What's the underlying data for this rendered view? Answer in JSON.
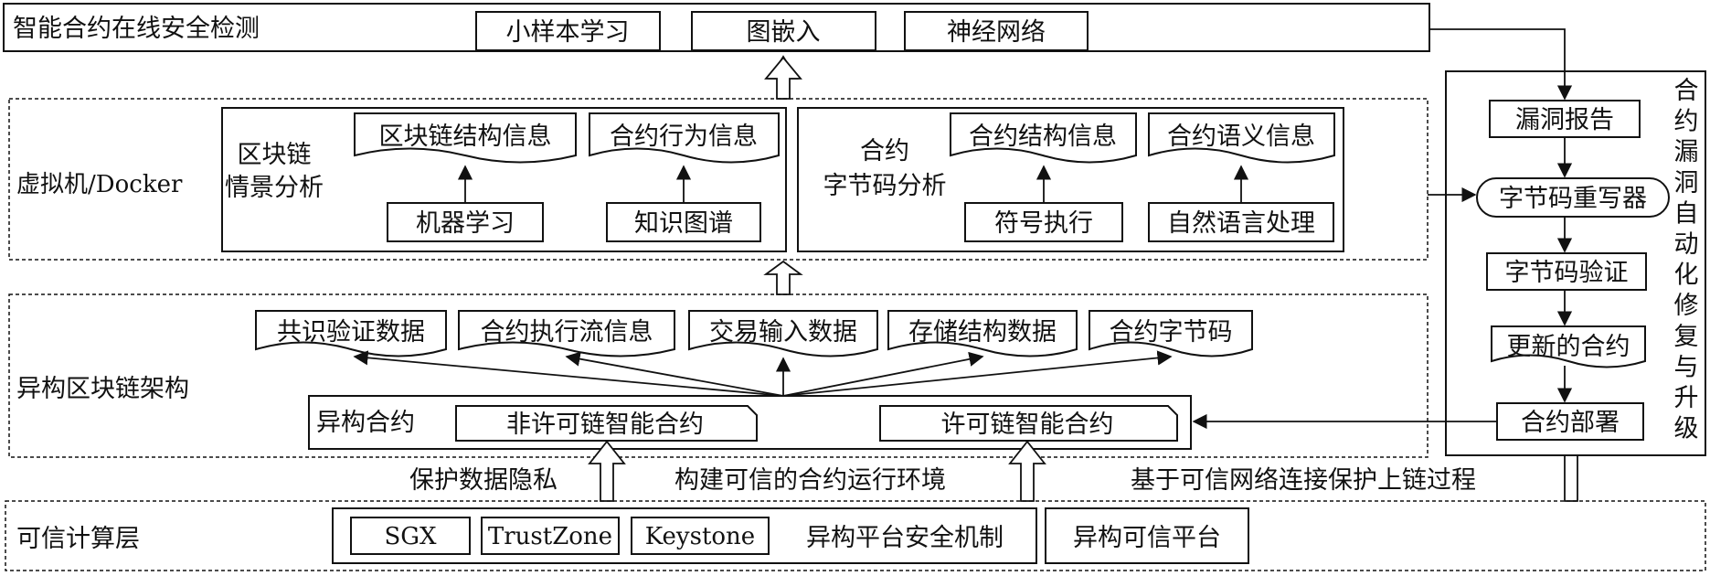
{
  "layers": {
    "top_title": "智能合约在线安全检测",
    "vm_title": "虚拟机/Docker",
    "hetero_title": "异构区块链架构",
    "trusted_title": "可信计算层"
  },
  "detection": {
    "items": [
      "小样本学习",
      "图嵌入",
      "神经网络"
    ]
  },
  "blockchain_analysis": {
    "title_line1": "区块链",
    "title_line2": "情景分析",
    "doc1": "区块链结构信息",
    "doc2": "合约行为信息",
    "method1": "机器学习",
    "method2": "知识图谱"
  },
  "bytecode_analysis": {
    "title_line1": "合约",
    "title_line2": "字节码分析",
    "doc1": "合约结构信息",
    "doc2": "合约语义信息",
    "method1": "符号执行",
    "method2": "自然语言处理"
  },
  "hetero": {
    "data_items": [
      "共识验证数据",
      "合约执行流信息",
      "交易输入数据",
      "存储结构数据",
      "合约字节码"
    ],
    "contract_label": "异构合约",
    "non_permissioned": "非许可链智能合约",
    "permissioned": "许可链智能合约"
  },
  "bridges": {
    "privacy": "保护数据隐私",
    "trusted_env": "构建可信的合约运行环境",
    "network": "基于可信网络连接保护上链过程"
  },
  "trusted": {
    "mechanisms": [
      "SGX",
      "TrustZone",
      "Keystone"
    ],
    "mechanism_label": "异构平台安全机制",
    "platform": "异构可信平台"
  },
  "repair": {
    "title": "合约漏洞自动化修复与升级",
    "steps": [
      "漏洞报告",
      "字节码重写器",
      "字节码验证",
      "更新的合约",
      "合约部署"
    ]
  }
}
